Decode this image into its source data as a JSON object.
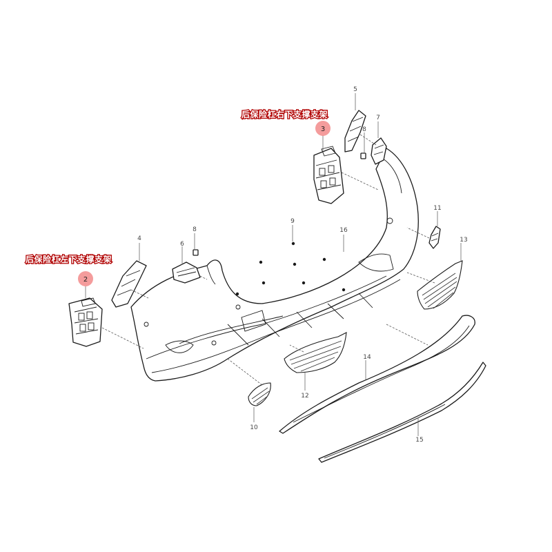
{
  "labels": {
    "right_bracket_name": "后保险杠右下支撑支架",
    "left_bracket_name": "后保险杠左下支撑支架"
  },
  "callouts": {
    "c2": "2",
    "c3": "3",
    "c4": "4",
    "c5": "5",
    "c6": "6",
    "c7": "7",
    "c8a": "8",
    "c8b": "8",
    "c9": "9",
    "c10": "10",
    "c11": "11",
    "c12": "12",
    "c13": "13",
    "c14": "14",
    "c15": "15",
    "c16": "16"
  },
  "colors": {
    "highlight_circle": "#f28b8b",
    "label_outline": "#b00000",
    "label_fill": "#ffffff",
    "line_art": "#1a1a1a"
  }
}
